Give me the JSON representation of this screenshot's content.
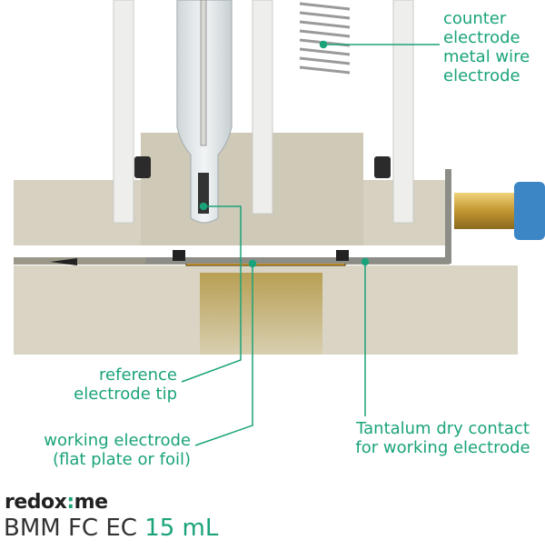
{
  "labels": {
    "counter": [
      "counter",
      "electrode",
      "metal wire",
      "electrode"
    ],
    "reference": [
      "reference",
      "electrode tip"
    ],
    "working": [
      "working electrode",
      "(flat plate or foil)"
    ],
    "tantalum": [
      "Tantalum dry contact",
      "for working electrode"
    ]
  },
  "brand": {
    "prefix": "redox",
    "colon": ":",
    "suffix": "me"
  },
  "product": {
    "name": "BMM FC EC",
    "volume": "15 mL"
  },
  "colors": {
    "accent": "#1aa37a",
    "body": "#d8d3c4",
    "brass": "#c9a13a",
    "connector": "#3d86c6"
  }
}
